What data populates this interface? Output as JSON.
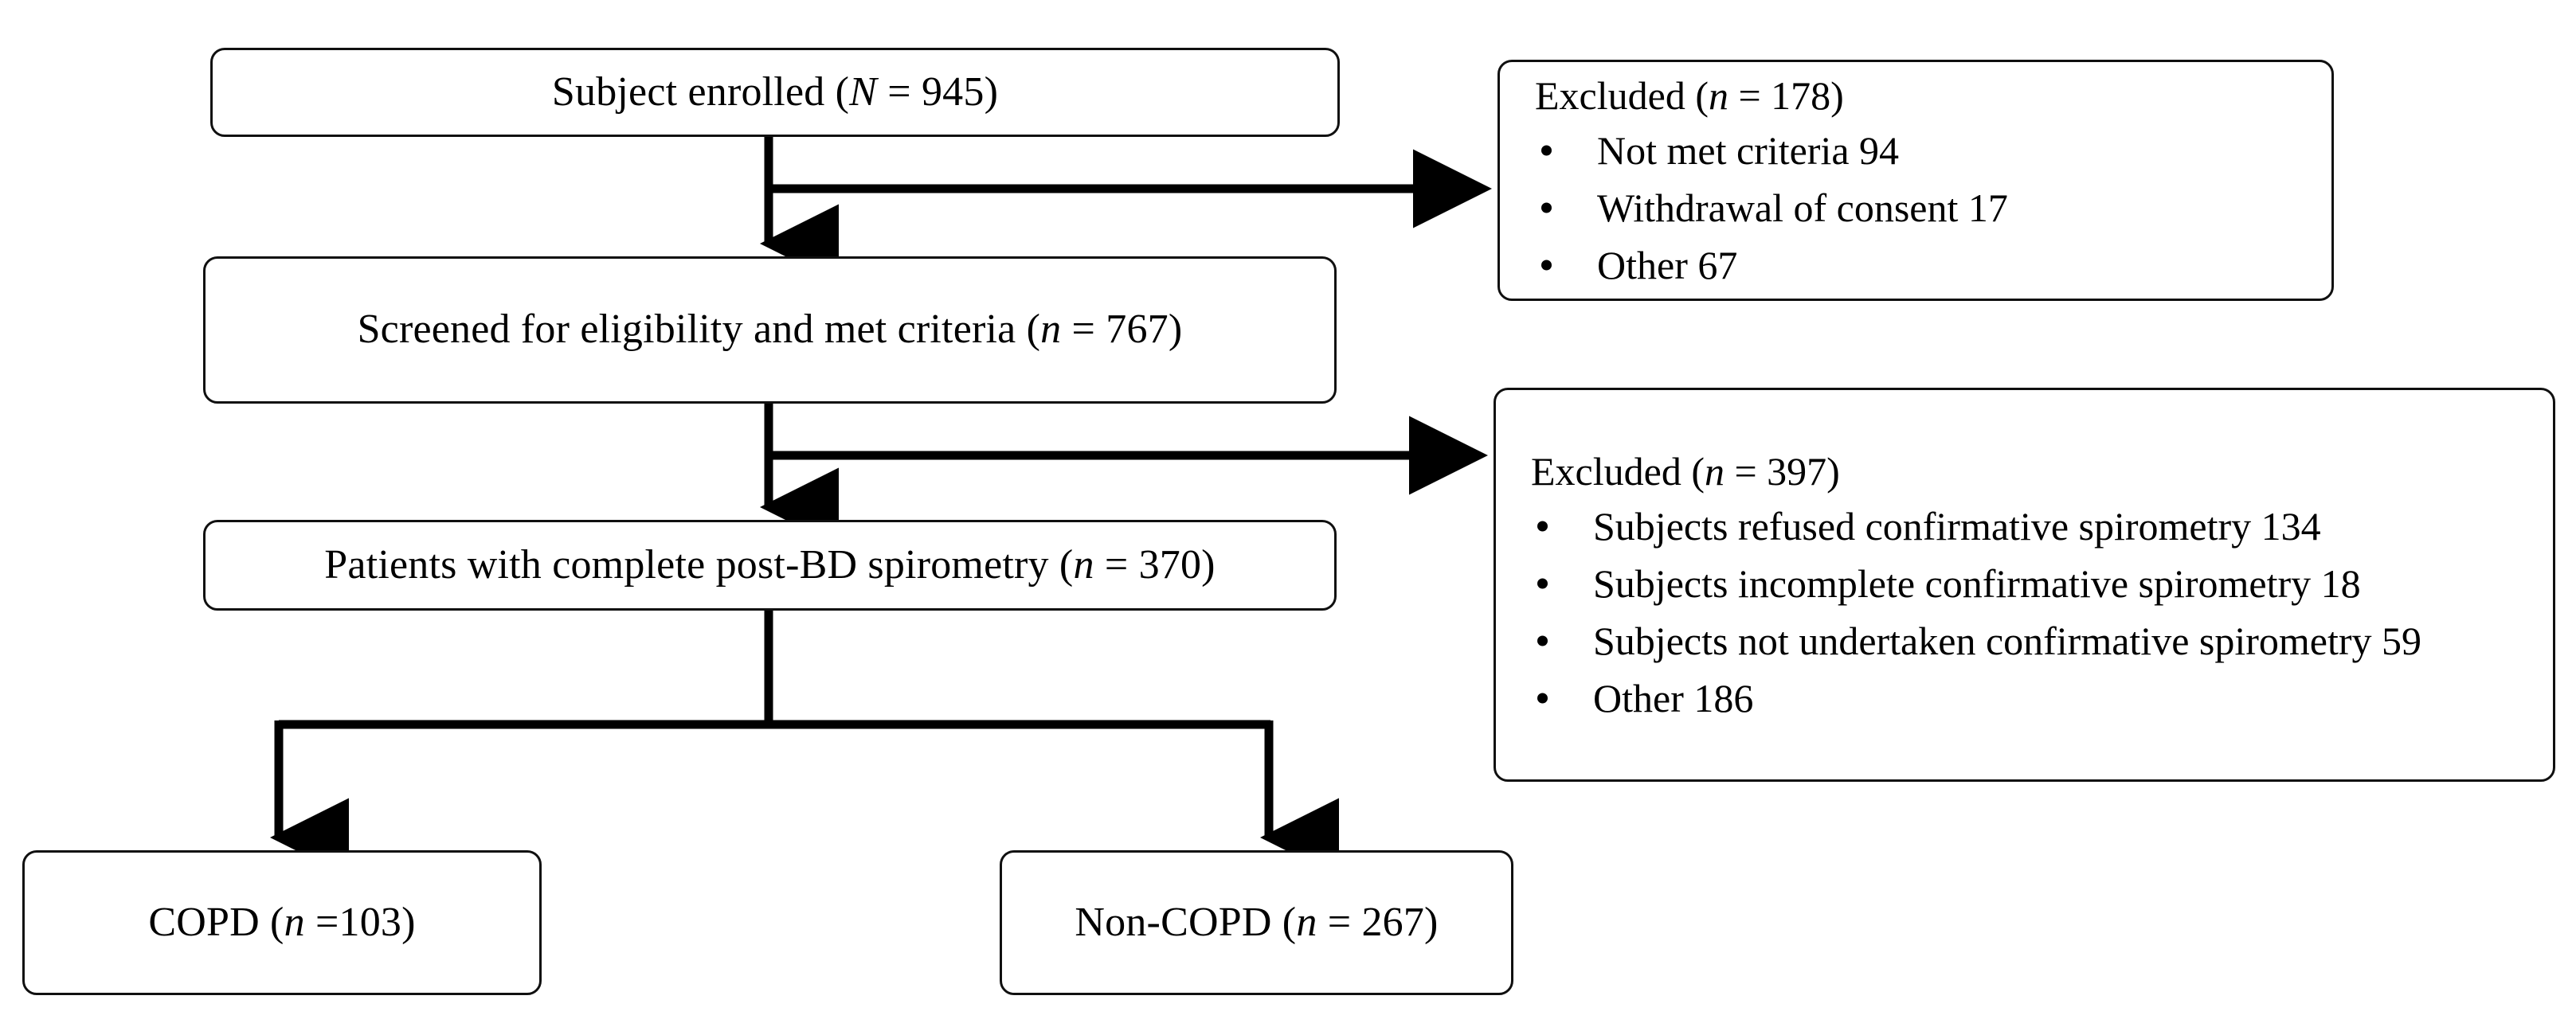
{
  "figure": {
    "type": "study-flow-diagram",
    "title": "Subject enrolment and exclusion flow"
  },
  "nodes": {
    "enrolled": {
      "label_prefix": "Subject enrolled (",
      "symbol": "N",
      "label_middle": " = 945",
      "label_suffix": ")",
      "full_text": "Subject enrolled (N = 945)",
      "count": 945
    },
    "screened": {
      "label_prefix": "Screened for eligibility and met criteria (",
      "symbol": "n",
      "label_middle": " = 767",
      "label_suffix": ")",
      "full_text": "Screened for eligibility and met criteria (n = 767)",
      "count": 767
    },
    "spirometry": {
      "label_prefix": "Patients with complete post-BD spirometry (",
      "symbol": "n",
      "label_middle": " = 370",
      "label_suffix": ")",
      "full_text": "Patients with complete post-BD spirometry (n = 370)",
      "count": 370
    },
    "copd": {
      "label_prefix": "COPD (",
      "symbol": "n",
      "label_middle": " =103",
      "label_suffix": ")",
      "full_text": "COPD (n =103)",
      "count": 103
    },
    "noncopd": {
      "label_prefix": "Non-COPD (",
      "symbol": "n",
      "label_middle": " = 267",
      "label_suffix": ")",
      "full_text": "Non-COPD (n = 267)",
      "count": 267
    },
    "excluded_1": {
      "heading_prefix": "Excluded (",
      "symbol": "n",
      "heading_middle": " = 178",
      "heading_suffix": ")",
      "heading_full": "Excluded (n = 178)",
      "count": 178,
      "reasons": [
        {
          "text": "Not met criteria 94",
          "value": 94
        },
        {
          "text": "Withdrawal of consent 17",
          "value": 17
        },
        {
          "text": "Other 67",
          "value": 67
        }
      ]
    },
    "excluded_2": {
      "heading_prefix": "Excluded (",
      "symbol": "n",
      "heading_middle": " = 397",
      "heading_suffix": ")",
      "heading_full": "Excluded (n = 397)",
      "count": 397,
      "reasons": [
        {
          "text": "Subjects refused confirmative spirometry 134",
          "value": 134
        },
        {
          "text": "Subjects incomplete confirmative spirometry 18",
          "value": 18
        },
        {
          "text": "Subjects not undertaken confirmative spirometry 59",
          "value": 59
        },
        {
          "text": "Other 186",
          "value": 186
        }
      ]
    }
  },
  "edges": [
    {
      "name": "enrolled-to-screened",
      "from": "enrolled",
      "to": "screened",
      "arrow": "down"
    },
    {
      "name": "enrolled-to-excluded-1",
      "from": "enrolled",
      "to": "excluded_1",
      "arrow": "right"
    },
    {
      "name": "screened-to-spirometry",
      "from": "screened",
      "to": "spirometry",
      "arrow": "down"
    },
    {
      "name": "screened-to-excluded-2",
      "from": "screened",
      "to": "excluded_2",
      "arrow": "right"
    },
    {
      "name": "spirometry-to-copd",
      "from": "spirometry",
      "to": "copd",
      "arrow": "down"
    },
    {
      "name": "spirometry-to-noncopd",
      "from": "spirometry",
      "to": "noncopd",
      "arrow": "down"
    }
  ],
  "style": {
    "background": "#ffffff",
    "line_color": "#000000",
    "box_border_color": "#101010",
    "text_color": "#000000"
  }
}
